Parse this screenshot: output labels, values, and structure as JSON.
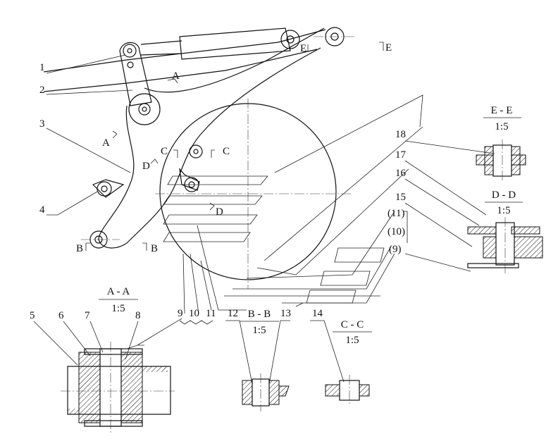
{
  "part_numbers": [
    "1",
    "2",
    "3",
    "4",
    "5",
    "6",
    "7",
    "8",
    "9",
    "10",
    "11",
    "12",
    "13",
    "14",
    "15",
    "16",
    "17",
    "18",
    "(11)",
    "(10)",
    "(9)"
  ],
  "section_marks": {
    "A": "A",
    "B": "B",
    "C": "C",
    "D": "D",
    "E": "E"
  },
  "sections": [
    {
      "title": "A - A",
      "scale": "1:5"
    },
    {
      "title": "B - B",
      "scale": "1:5"
    },
    {
      "title": "C - C",
      "scale": "1:5"
    },
    {
      "title": "D - D",
      "scale": "1:5"
    },
    {
      "title": "E - E",
      "scale": "1:5"
    }
  ]
}
